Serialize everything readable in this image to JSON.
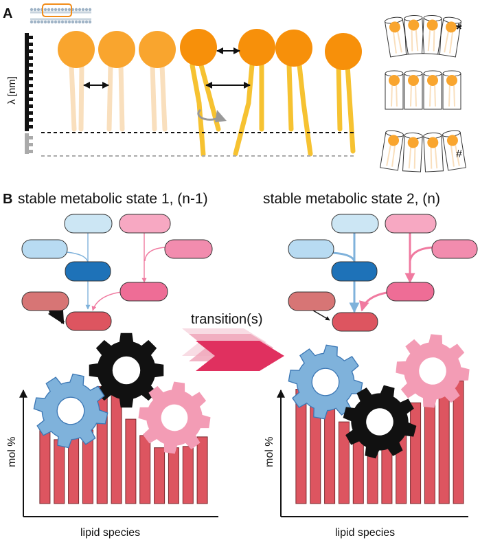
{
  "panel_a": {
    "label": "A",
    "axis_label": "λ [nm]",
    "marker_star": "*",
    "marker_hash": "#"
  },
  "panel_b": {
    "label": "B",
    "state1_title": "stable metabolic state 1, (n-1)",
    "state2_title": "stable metabolic state 2, (n)",
    "transition_label": "transition(s)",
    "ylabel": "mol %",
    "xlabel": "lipid species"
  },
  "colors": {
    "lipid_head_light": "#f9a52e",
    "lipid_head_dark": "#f7900a",
    "tail_light": "#f9dfbd",
    "tail_dark": "#f6c231",
    "node_light_blue": "#cce6f4",
    "node_blue": "#1e72b8",
    "node_light_pink": "#f7a8c2",
    "node_pink": "#ee6d96",
    "node_salmon": "#d77575",
    "node_red": "#dd5560",
    "bar_red": "#dd5560",
    "gear_black": "#111111",
    "gear_blue": "#7fb2db",
    "gear_pink": "#f39cb5",
    "arrow_blue": "#7fb2db",
    "arrow_pink": "#f07aa0"
  },
  "chart_data": [
    {
      "type": "bar",
      "title": "stable metabolic state 1, (n-1)",
      "xlabel": "lipid species",
      "ylabel": "mol %",
      "categories": [
        "",
        "",
        "",
        "",
        "",
        "",
        "",
        "",
        "",
        "",
        "",
        ""
      ],
      "values": [
        58,
        47,
        50,
        54,
        86,
        86,
        62,
        50,
        41,
        41,
        42,
        49
      ],
      "ylim": [
        0,
        110
      ]
    },
    {
      "type": "bar",
      "title": "stable metabolic state 2, (n)",
      "xlabel": "lipid species",
      "ylabel": "mol %",
      "categories": [
        "",
        "",
        "",
        "",
        "",
        "",
        "",
        "",
        "",
        "",
        "",
        ""
      ],
      "values": [
        84,
        80,
        77,
        60,
        48,
        47,
        52,
        59,
        74,
        83,
        86,
        90
      ],
      "ylim": [
        0,
        110
      ]
    }
  ]
}
